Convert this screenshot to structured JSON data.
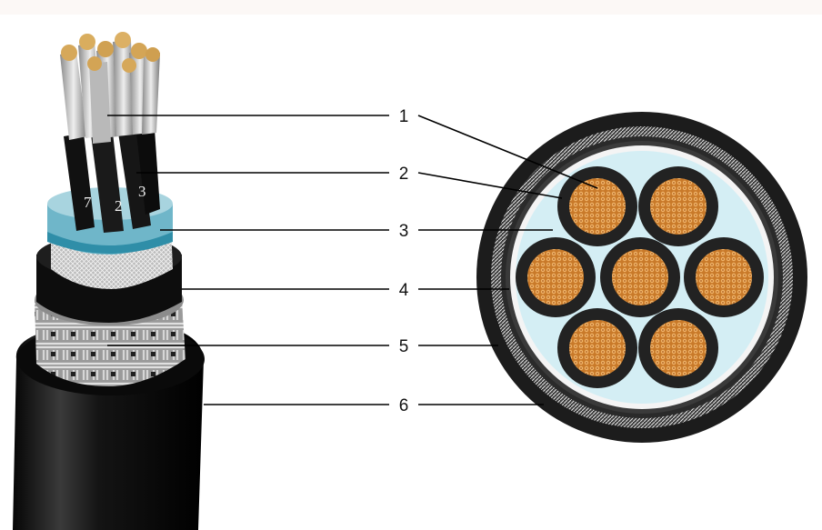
{
  "diagram": {
    "callouts": [
      {
        "label": "1",
        "part": "conductor"
      },
      {
        "label": "2",
        "part": "insulation"
      },
      {
        "label": "3",
        "part": "filler"
      },
      {
        "label": "4",
        "part": "inner-sheath"
      },
      {
        "label": "5",
        "part": "armour"
      },
      {
        "label": "6",
        "part": "outer-sheath"
      }
    ],
    "core_numbers": [
      "7",
      "2",
      "3"
    ],
    "colors": {
      "copper": "#c8822f",
      "insulation": "#1c1c1c",
      "filler": "#d4eef4",
      "sheath": "#151515",
      "armour": "#cfcfcf",
      "separator_tape": "#6fb6c9"
    }
  }
}
